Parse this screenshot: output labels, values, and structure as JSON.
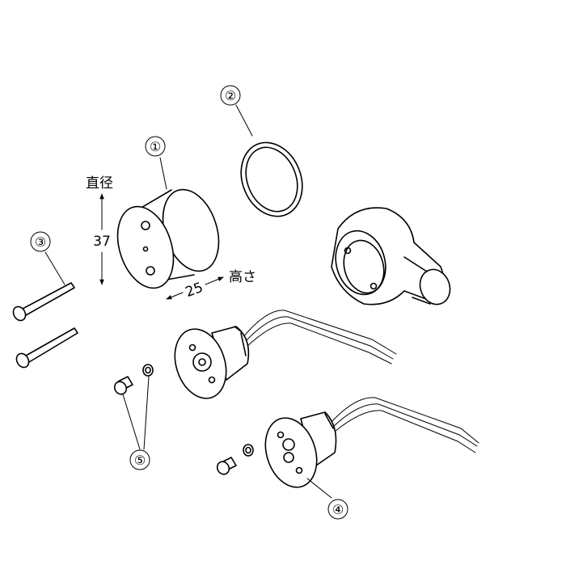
{
  "callouts": [
    "①",
    "②",
    "③",
    "④",
    "⑤"
  ],
  "dimensions": {
    "diameter_label": "直径",
    "diameter_value": "37",
    "height_label": "高さ",
    "height_value": "25"
  }
}
